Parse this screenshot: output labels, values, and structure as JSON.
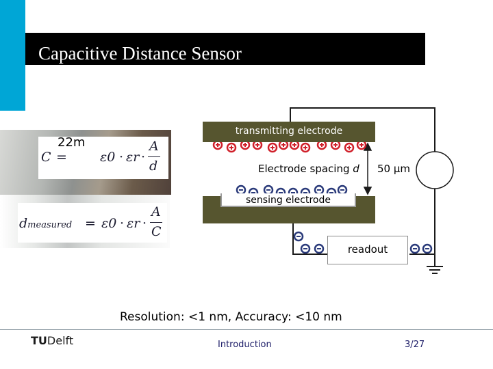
{
  "slide": {
    "title": "Capacitive Distance Sensor"
  },
  "formulas": {
    "distance_label": "22m",
    "capacitance": {
      "lhs": "C",
      "equals": "=",
      "eps0": "ε0",
      "dot": "·",
      "epsr": "εr",
      "numerator": "A",
      "denominator": "d"
    },
    "measured": {
      "lhs": "dmeasured",
      "equals": "=",
      "eps0": "ε0",
      "epsr": "εr",
      "numerator": "A",
      "denominator": "C"
    }
  },
  "diagram": {
    "transmitting_electrode_label": "transmitting electrode",
    "sensing_electrode_label": "sensing electrode",
    "spacing_label": "Electrode spacing",
    "spacing_symbol": "d",
    "spacing_value": "50 μm",
    "readout_label": "readout",
    "colors": {
      "electrode": "#56552f",
      "positive_charge": "#d0202a",
      "negative_charge": "#2a3a7a",
      "wire": "#1a1a1a",
      "ac_source": "#ffffff"
    }
  },
  "specs": {
    "resolution_text": "Resolution: <1 nm,  Accuracy: <10 nm"
  },
  "footer": {
    "logo_text_bold": "TU",
    "logo_text": "Delft",
    "section": "Introduction",
    "page": "3/27"
  }
}
